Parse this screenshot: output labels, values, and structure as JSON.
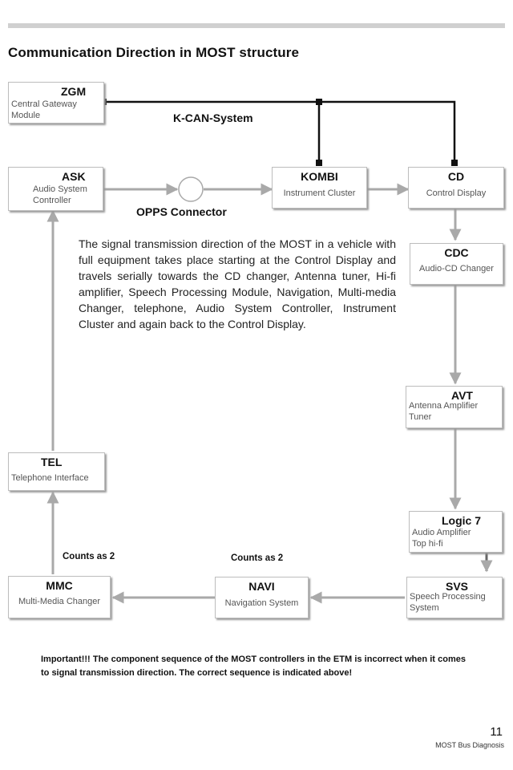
{
  "title": "Communication Direction in MOST structure",
  "k_can_label": "K-CAN-System",
  "opps_label": "OPPS Connector",
  "description": "The signal transmission direction of the MOST in a vehicle with full equipment takes place starting at the Control Display and travels serially towards the CD changer, Antenna tuner, Hi-fi amplifier, Speech Processing Module, Navigation, Multi-media Changer, telephone, Audio System Controller, Instrument Cluster and again back to the Control Display.",
  "modules": {
    "zgm": {
      "abbr": "ZGM",
      "desc": [
        "Central Gateway",
        "Module"
      ]
    },
    "ask": {
      "abbr": "ASK",
      "desc": [
        "Audio System",
        "Controller"
      ]
    },
    "kombi": {
      "abbr": "KOMBI",
      "desc": [
        "Instrument Cluster"
      ]
    },
    "cd": {
      "abbr": "CD",
      "desc": [
        "Control Display"
      ]
    },
    "cdc": {
      "abbr": "CDC",
      "desc": [
        "Audio-CD Changer"
      ]
    },
    "avt": {
      "abbr": "AVT",
      "desc": [
        "Antenna Amplifier",
        "Tuner"
      ]
    },
    "logic7": {
      "abbr": "Logic 7",
      "desc": [
        "Audio Amplifier",
        "Top hi-fi"
      ]
    },
    "svs": {
      "abbr": "SVS",
      "desc": [
        "Speech Processing",
        "System"
      ]
    },
    "navi": {
      "abbr": "NAVI",
      "desc": [
        "Navigation System"
      ]
    },
    "mmc": {
      "abbr": "MMC",
      "desc": [
        "Multi-Media Changer"
      ]
    },
    "tel": {
      "abbr": "TEL",
      "desc": [
        "Telephone Interface"
      ]
    }
  },
  "counts_mmc": "Counts as 2",
  "counts_navi": "Counts as 2",
  "important_note": "Important!!!  The component sequence of the MOST controllers in the ETM is incorrect when it comes to signal transmission direction.  The  correct sequence is indicated above!",
  "page_number": "11",
  "footer": "MOST Bus Diagnosis"
}
